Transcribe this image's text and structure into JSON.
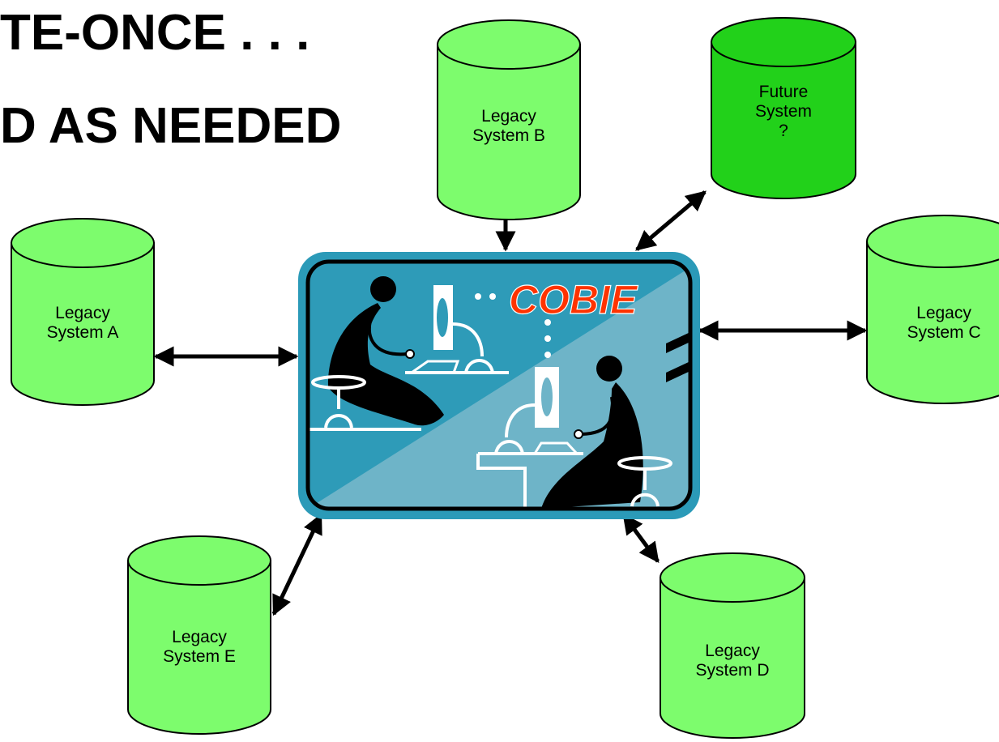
{
  "heading": {
    "line1": "TE-ONCE . . .",
    "line2": "D AS NEEDED"
  },
  "hub": {
    "label": "COBIE",
    "label_color": "#ff3300",
    "frame_color": "#2b9ab8",
    "light_panel_color": "#6eb4c8",
    "dark_panel_color": "#2e9bb8"
  },
  "colors": {
    "legacy_fill": "#7dfc6d",
    "future_fill": "#22d11a",
    "connector": "#000000"
  },
  "systems": [
    {
      "id": "system-b",
      "lines": [
        "Legacy",
        "System B"
      ],
      "type": "legacy"
    },
    {
      "id": "system-future",
      "lines": [
        "Future",
        "System",
        "?"
      ],
      "type": "future"
    },
    {
      "id": "system-a",
      "lines": [
        "Legacy",
        "System A"
      ],
      "type": "legacy"
    },
    {
      "id": "system-c",
      "lines": [
        "Legacy",
        "System C"
      ],
      "type": "legacy"
    },
    {
      "id": "system-e",
      "lines": [
        "Legacy",
        "System E"
      ],
      "type": "legacy"
    },
    {
      "id": "system-d",
      "lines": [
        "Legacy",
        "System D"
      ],
      "type": "legacy"
    }
  ]
}
